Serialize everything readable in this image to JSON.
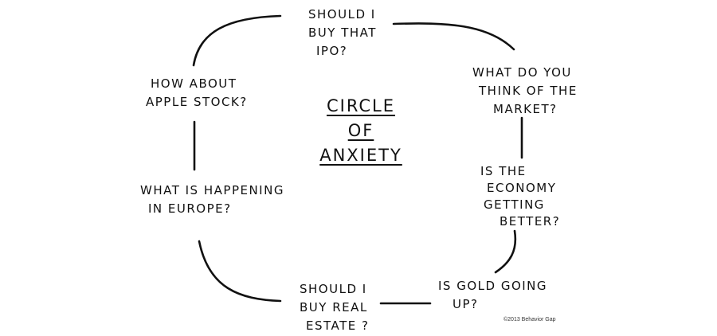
{
  "title_lines": [
    "CIRCLE",
    "OF",
    "ANXIETY"
  ],
  "nodes": {
    "ipo": [
      "SHOULD I",
      "BUY THAT",
      "IPO?"
    ],
    "market": [
      "WHAT DO YOU",
      "THINK OF THE",
      "MARKET?"
    ],
    "economy": [
      "IS THE",
      "ECONOMY",
      "GETTING",
      "BETTER?"
    ],
    "gold": [
      "IS GOLD GOING",
      "UP?"
    ],
    "real_estate": [
      "SHOULD I",
      "BUY REAL",
      "ESTATE ?"
    ],
    "europe": [
      "WHAT IS HAPPENING",
      "IN EUROPE?"
    ],
    "apple": [
      "HOW ABOUT",
      "APPLE STOCK?"
    ]
  },
  "credit": "©2013 Behavior Gap"
}
